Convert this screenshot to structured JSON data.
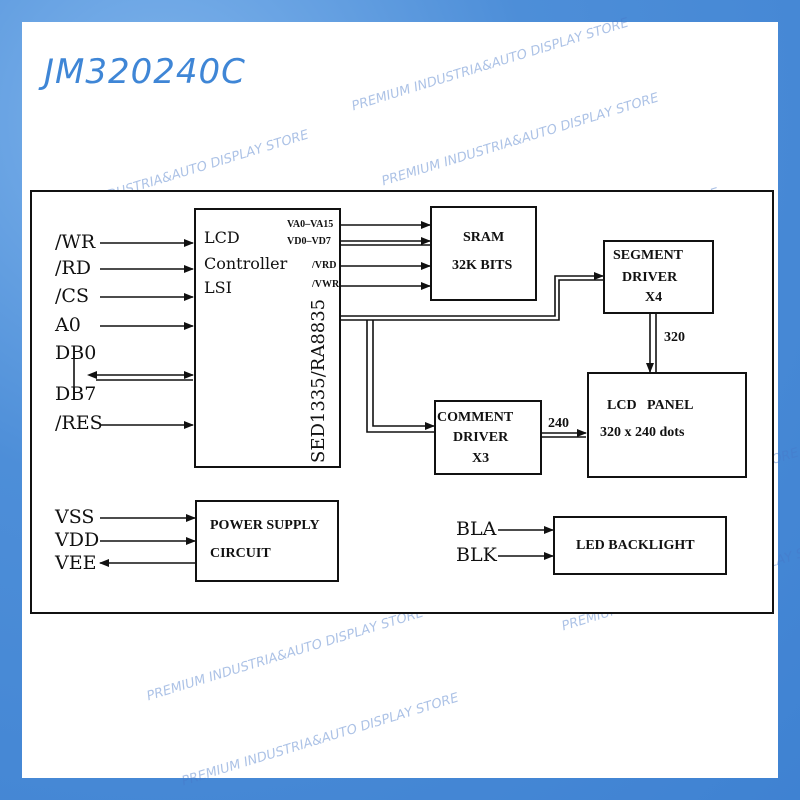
{
  "title": "JM320240C",
  "watermark_text": "PREMIUM INDUSTRIA&AUTO DISPLAY STORE",
  "colors": {
    "background": "#4d8ed8",
    "title": "#3f86d6",
    "line": "#111111"
  },
  "blocks": {
    "controller": {
      "line1": "LCD",
      "line2": "Controller",
      "line3": "LSI",
      "chip": "SED1335/RA8835"
    },
    "sram": {
      "line1": "SRAM",
      "line2": "32K BITS"
    },
    "segment": {
      "line1": "SEGMENT",
      "line2": "DRIVER",
      "line3": "X4"
    },
    "panel": {
      "line1": "LCD   PANEL",
      "line2": "320 x 240 dots"
    },
    "comment": {
      "line1": "COMMENT",
      "line2": "DRIVER",
      "line3": "X3"
    },
    "power": {
      "line1": "POWER SUPPLY",
      "line2": "CIRCUIT"
    },
    "backlight": {
      "label": "LED BACKLIGHT"
    }
  },
  "signals": {
    "left": [
      "/WR",
      "/RD",
      "/CS",
      "A0",
      "DB0",
      "DB7",
      "/RES"
    ],
    "bus": [
      "VA0–VA15",
      "VD0–VD7",
      "/VRD",
      "/VWR"
    ],
    "power": [
      "VSS",
      "VDD",
      "VEE"
    ],
    "backlight": [
      "BLA",
      "BLK"
    ],
    "seg_count": "320",
    "com_count": "240"
  }
}
